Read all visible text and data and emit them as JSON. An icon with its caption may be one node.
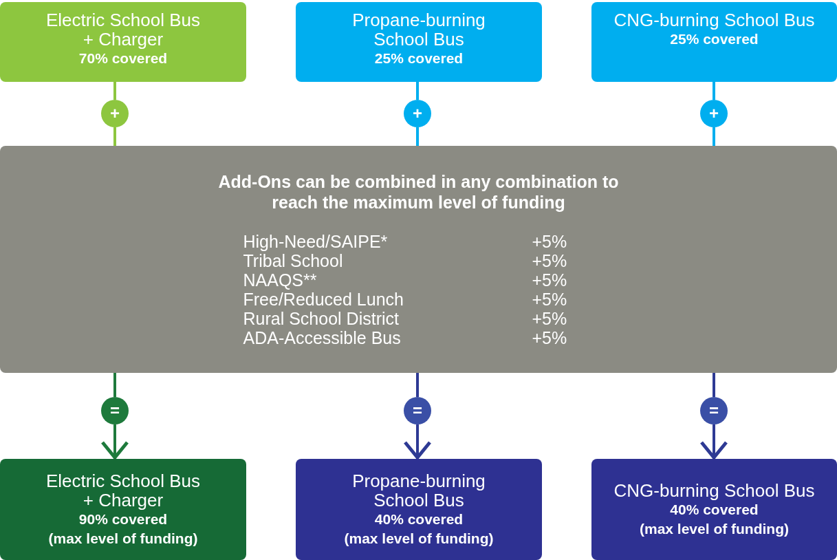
{
  "diagram": {
    "nodes": [
      {
        "text": [
          "Electric School Bus + Charger",
          "70% covered"
        ]
      },
      {
        "text": [
          "Propane-burning School Bus",
          "25% covered"
        ]
      },
      {
        "text": [
          "CNG-burning School Bus",
          "25% covered"
        ]
      },
      {
        "text": [
          "+"
        ]
      },
      {
        "text": [
          "+"
        ]
      },
      {
        "text": [
          "+"
        ]
      },
      {
        "text": [
          "Add-Ons can be combined in any combination to reach the maximum level of funding",
          "High-Need/SAIPE*",
          "+5%",
          "Tribal School",
          "+5%",
          "NAAQS**",
          "+5%",
          "Free/Reduced Lunch",
          "+5%",
          "Rural School District",
          "+5%",
          "ADA-Accessible Bus",
          "+5%"
        ]
      },
      {
        "text": [
          "="
        ]
      },
      {
        "text": [
          "="
        ]
      },
      {
        "text": [
          "="
        ]
      },
      {
        "text": [
          "Electric School Bus + Charger",
          "90% covered",
          "(max level of funding)"
        ]
      },
      {
        "text": [
          "Propane-burning School Bus",
          "40% covered",
          "(max level of funding)"
        ]
      },
      {
        "text": [
          "CNG-burning School Bus",
          "40% covered",
          "(max level of funding)"
        ]
      }
    ],
    "edges": [
      {
        "from": 0,
        "to": 3,
        "arrow": "none",
        "color": "#8dc63f"
      },
      {
        "from": 1,
        "to": 4,
        "arrow": "none",
        "color": "#00aeef"
      },
      {
        "from": 2,
        "to": 5,
        "arrow": "none",
        "color": "#00aeef"
      },
      {
        "from": 3,
        "to": 6,
        "arrow": "none",
        "color": "#8dc63f"
      },
      {
        "from": 4,
        "to": 6,
        "arrow": "none",
        "color": "#00aeef"
      },
      {
        "from": 5,
        "to": 6,
        "arrow": "none",
        "color": "#00aeef"
      },
      {
        "from": 6,
        "to": 7,
        "arrow": "none",
        "color": "#1e7a3c"
      },
      {
        "from": 6,
        "to": 8,
        "arrow": "none",
        "color": "#2e3a94"
      },
      {
        "from": 6,
        "to": 9,
        "arrow": "none",
        "color": "#2e3a94"
      },
      {
        "from": 7,
        "to": 10,
        "arrow": "to",
        "color": "#1e7a3c"
      },
      {
        "from": 8,
        "to": 11,
        "arrow": "to",
        "color": "#2e3a94"
      },
      {
        "from": 9,
        "to": 12,
        "arrow": "to",
        "color": "#2e3a94"
      }
    ]
  }
}
